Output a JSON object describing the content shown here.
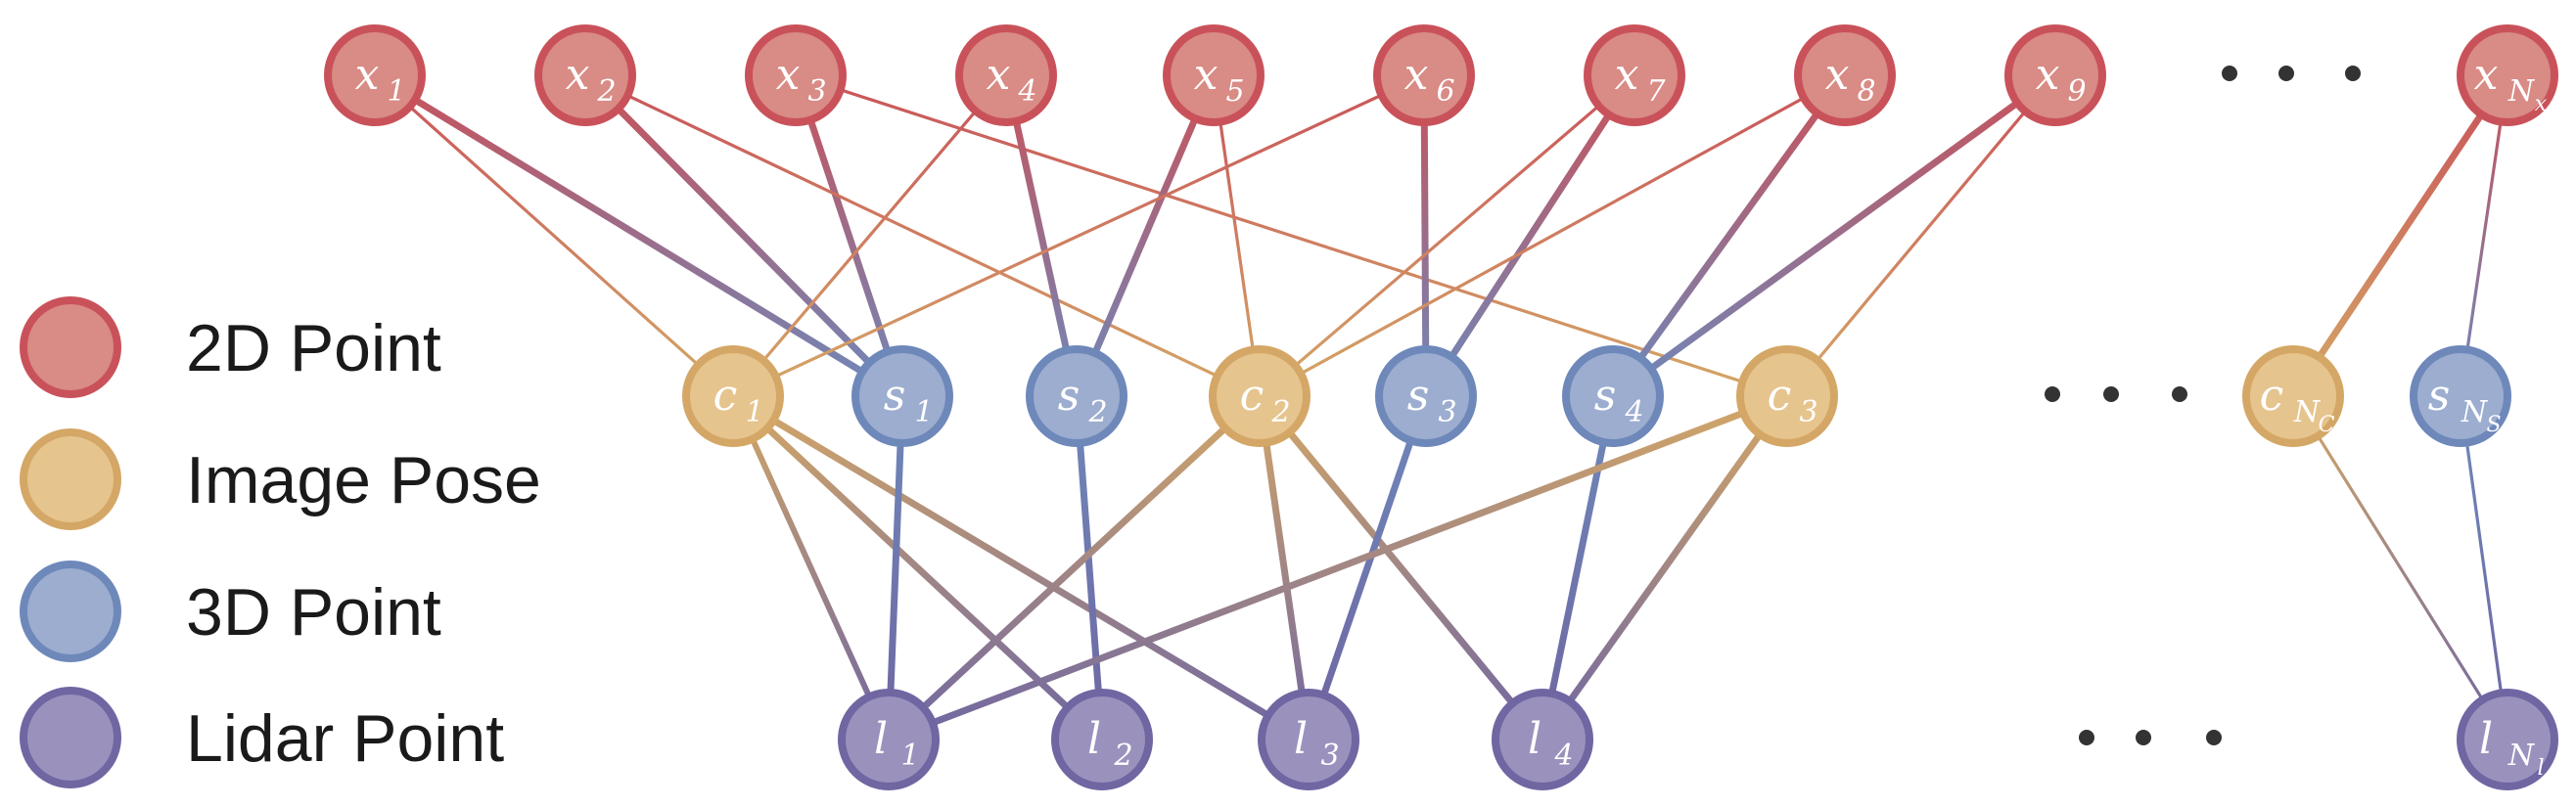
{
  "legend": [
    {
      "key": "x",
      "label": "2D Point"
    },
    {
      "key": "c",
      "label": "Image Pose"
    },
    {
      "key": "s",
      "label": "3D Point"
    },
    {
      "key": "l",
      "label": "Lidar Point"
    }
  ],
  "colors": {
    "x": {
      "fill": "#d98b85",
      "stroke": "#c9525a"
    },
    "c": {
      "fill": "#e6c48e",
      "stroke": "#d4a766"
    },
    "s": {
      "fill": "#9cadcf",
      "stroke": "#6e88ba"
    },
    "l": {
      "fill": "#9a92bd",
      "stroke": "#6f66a2"
    }
  },
  "nodes": {
    "x": [
      {
        "id": "x1",
        "base": "x",
        "sub": "1"
      },
      {
        "id": "x2",
        "base": "x",
        "sub": "2"
      },
      {
        "id": "x3",
        "base": "x",
        "sub": "3"
      },
      {
        "id": "x4",
        "base": "x",
        "sub": "4"
      },
      {
        "id": "x5",
        "base": "x",
        "sub": "5"
      },
      {
        "id": "x6",
        "base": "x",
        "sub": "6"
      },
      {
        "id": "x7",
        "base": "x",
        "sub": "7"
      },
      {
        "id": "x8",
        "base": "x",
        "sub": "8"
      },
      {
        "id": "x9",
        "base": "x",
        "sub": "9"
      },
      {
        "id": "xN",
        "base": "x",
        "sub": "N",
        "subsub": "x"
      }
    ],
    "middle": [
      {
        "id": "c1",
        "base": "c",
        "sub": "1"
      },
      {
        "id": "s1",
        "base": "s",
        "sub": "1"
      },
      {
        "id": "s2",
        "base": "s",
        "sub": "2"
      },
      {
        "id": "c2",
        "base": "c",
        "sub": "2"
      },
      {
        "id": "s3",
        "base": "s",
        "sub": "3"
      },
      {
        "id": "s4",
        "base": "s",
        "sub": "4"
      },
      {
        "id": "c3",
        "base": "c",
        "sub": "3"
      },
      {
        "id": "cN",
        "base": "c",
        "sub": "N",
        "subsub": "C"
      },
      {
        "id": "sN",
        "base": "s",
        "sub": "N",
        "subsub": "S"
      }
    ],
    "l": [
      {
        "id": "l1",
        "base": "l",
        "sub": "1"
      },
      {
        "id": "l2",
        "base": "l",
        "sub": "2"
      },
      {
        "id": "l3",
        "base": "l",
        "sub": "3"
      },
      {
        "id": "l4",
        "base": "l",
        "sub": "4"
      },
      {
        "id": "lN",
        "base": "l",
        "sub": "N",
        "subsub": "l"
      }
    ]
  },
  "edges": [
    [
      "x1",
      "c1"
    ],
    [
      "x1",
      "s1"
    ],
    [
      "x2",
      "s1"
    ],
    [
      "x3",
      "s1"
    ],
    [
      "x3",
      "c3"
    ],
    [
      "x2",
      "c2"
    ],
    [
      "x4",
      "c1"
    ],
    [
      "x4",
      "s2"
    ],
    [
      "x5",
      "s2"
    ],
    [
      "x5",
      "c2"
    ],
    [
      "x6",
      "c1"
    ],
    [
      "x6",
      "s3"
    ],
    [
      "x7",
      "c2"
    ],
    [
      "x7",
      "s3"
    ],
    [
      "x8",
      "c2"
    ],
    [
      "x8",
      "s4"
    ],
    [
      "x9",
      "s4"
    ],
    [
      "x9",
      "c3"
    ],
    [
      "xN",
      "cN"
    ],
    [
      "xN",
      "sN"
    ],
    [
      "c1",
      "l1"
    ],
    [
      "c1",
      "l2"
    ],
    [
      "c1",
      "l3"
    ],
    [
      "s1",
      "l1"
    ],
    [
      "s2",
      "l2"
    ],
    [
      "c2",
      "l1"
    ],
    [
      "c2",
      "l3"
    ],
    [
      "c2",
      "l4"
    ],
    [
      "s3",
      "l3"
    ],
    [
      "s4",
      "l4"
    ],
    [
      "c3",
      "l1"
    ],
    [
      "c3",
      "l4"
    ],
    [
      "cN",
      "lN"
    ],
    [
      "sN",
      "lN"
    ]
  ],
  "ellipsis": [
    "x",
    "middle",
    "l"
  ]
}
